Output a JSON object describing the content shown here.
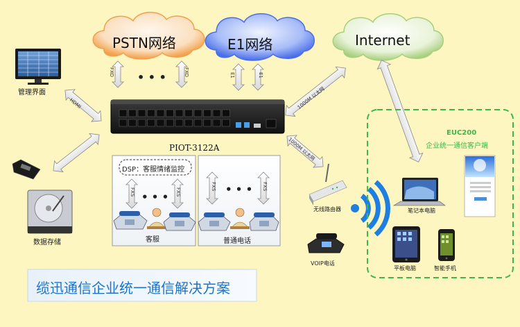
{
  "clouds": {
    "pstn": "PSTN网络",
    "e1": "E1网络",
    "internet": "Internet"
  },
  "device": {
    "model": "PIOT-3122A"
  },
  "links": {
    "hdmi": "HDMI",
    "eth_1000m_top": "1000M 以太网",
    "eth_1000m_bottom": "1000M 以太网",
    "fxo": "FXO",
    "e1": "E1",
    "fxs": "FXS",
    "dots": "• • •"
  },
  "left": {
    "management": "管理界面",
    "storage": "数据存储"
  },
  "service_box": {
    "dsp_label": "DSP：客服情绪监控",
    "title": "客服"
  },
  "phone_box": {
    "title": "普通电话"
  },
  "right": {
    "router": "无线路由器",
    "voip": "VOIP电话",
    "euc_title": "EUC200",
    "euc_subtitle": "企业统一通信客户端",
    "laptop": "笔记本电脑",
    "tablet": "平板电脑",
    "phone": "智能手机"
  },
  "footer": {
    "title": "缆迅通信企业统一通信解决方案"
  },
  "colors": {
    "background": "#fdf6c0",
    "cloud_blue": "#5b7ff0",
    "cloud_orange": "#f2a04a",
    "cloud_green": "#b5d58a",
    "dashed_green": "#3fb54a",
    "footer_text": "#1e74c8",
    "wifi_blue": "#1f7fe0"
  }
}
